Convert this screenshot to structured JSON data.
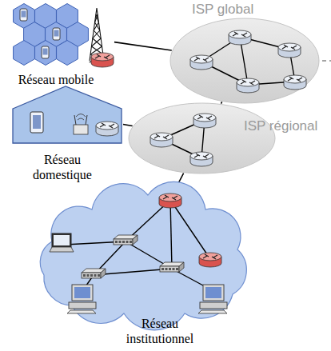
{
  "diagram": {
    "nodes": [
      {
        "text": [
          "Réseau mobile"
        ]
      },
      {
        "text": [
          "ISP global"
        ]
      },
      {
        "text": [
          "ISP régional"
        ]
      },
      {
        "text": [
          "Réseau domestique"
        ]
      },
      {
        "text": [
          "Réseau institutionnel"
        ]
      }
    ],
    "edges": [
      {
        "from": 0,
        "to": 1,
        "arrow": "none"
      },
      {
        "from": 1,
        "to": 2,
        "arrow": "none"
      },
      {
        "from": 3,
        "to": 2,
        "arrow": "none"
      },
      {
        "from": 2,
        "to": 4,
        "arrow": "none"
      }
    ]
  }
}
